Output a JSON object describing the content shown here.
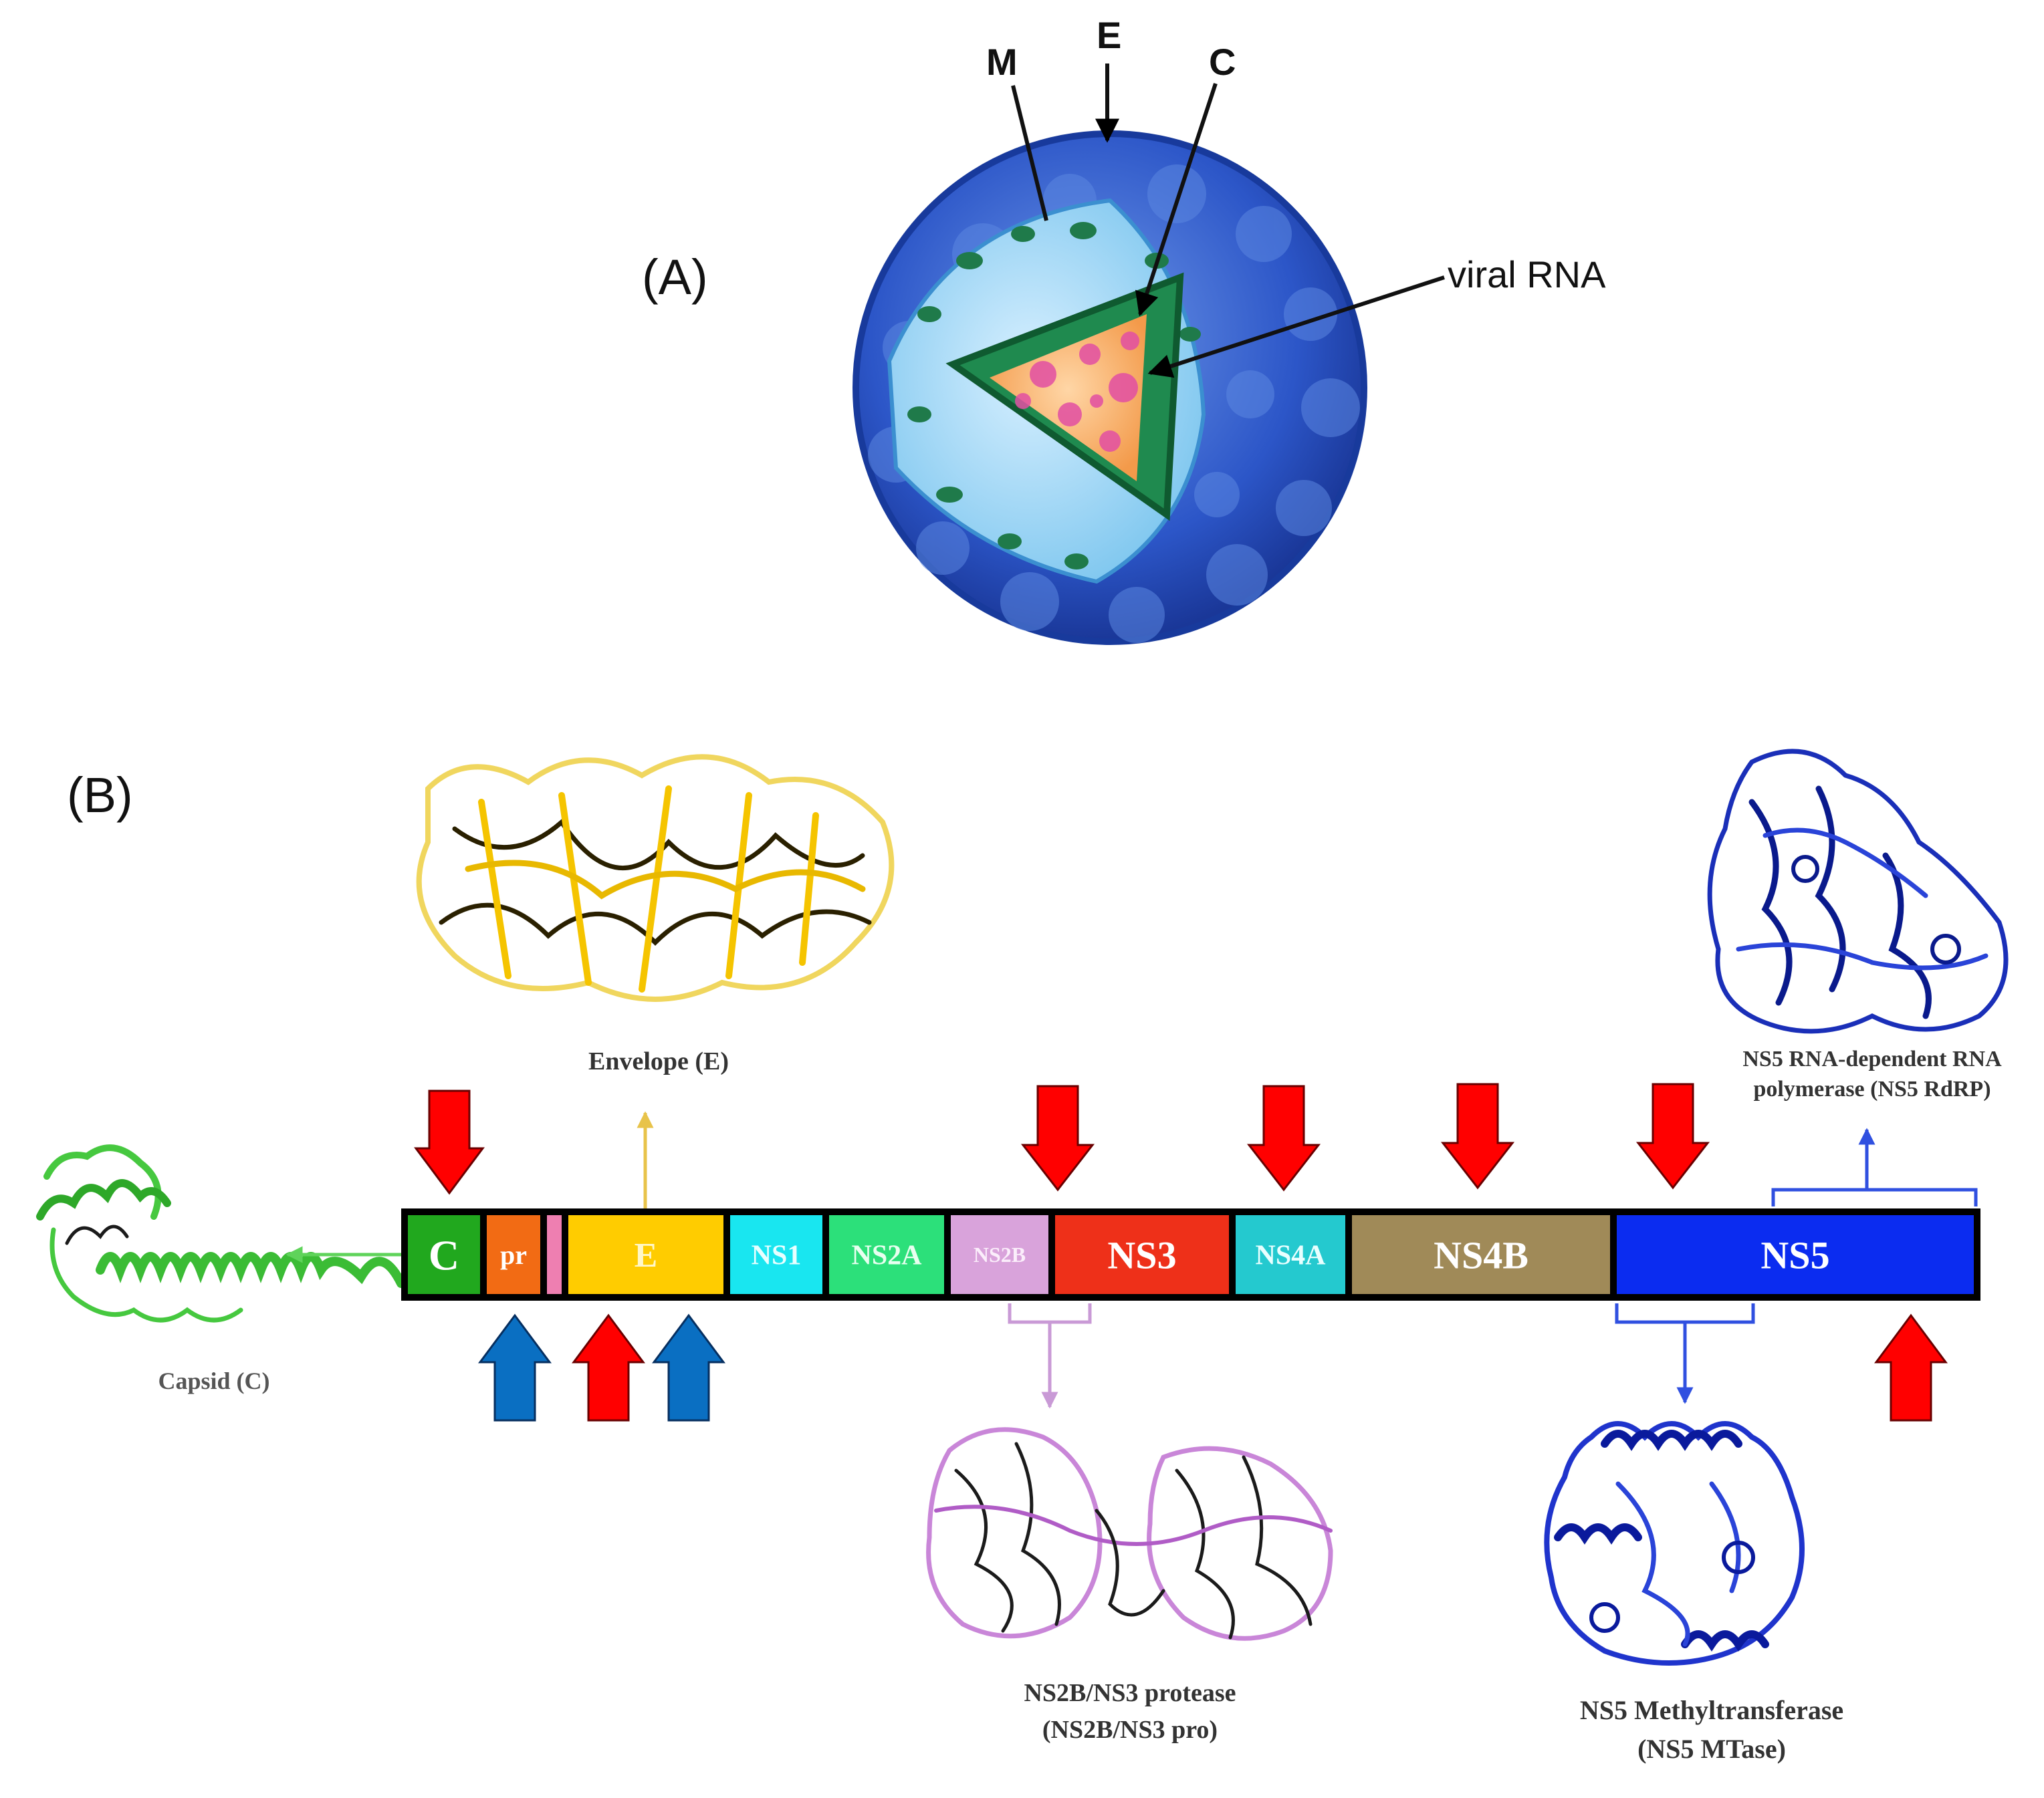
{
  "panel_a": {
    "label": "(A)",
    "callouts": {
      "m": "M",
      "e": "E",
      "c": "C",
      "rna": "viral RNA"
    }
  },
  "panel_b": {
    "label": "(B)",
    "segments": [
      {
        "key": "c",
        "label": "C",
        "color": "#21a81e"
      },
      {
        "key": "pr",
        "label": "pr",
        "color": "#f26b14"
      },
      {
        "key": "m",
        "label": "",
        "color": "#ee7fb1"
      },
      {
        "key": "e",
        "label": "E",
        "color": "#ffcc00"
      },
      {
        "key": "ns1",
        "label": "NS1",
        "color": "#19e6f0"
      },
      {
        "key": "ns2a",
        "label": "NS2A",
        "color": "#2ce07a"
      },
      {
        "key": "ns2b",
        "label": "NS2B",
        "color": "#d9a3db"
      },
      {
        "key": "ns3",
        "label": "NS3",
        "color": "#ee3019"
      },
      {
        "key": "ns4a",
        "label": "NS4A",
        "color": "#24c9cf"
      },
      {
        "key": "ns4b",
        "label": "NS4B",
        "color": "#a08a58"
      },
      {
        "key": "ns5",
        "label": "NS5",
        "color": "#0b2cf0"
      }
    ],
    "structures": {
      "envelope": "Envelope (E)",
      "capsid": "Capsid (C)",
      "rdrp_line1": "NS5 RNA-dependent RNA",
      "rdrp_line2": "polymerase (NS5 RdRP)",
      "protease_line1": "NS2B/NS3 protease",
      "protease_line2": "(NS2B/NS3 pro)",
      "mtase_line1": "NS5 Methyltransferase",
      "mtase_line2": "(NS5 MTase)"
    },
    "arrow_colors": {
      "red": "#ff0000",
      "blue": "#0a6fc2"
    }
  }
}
